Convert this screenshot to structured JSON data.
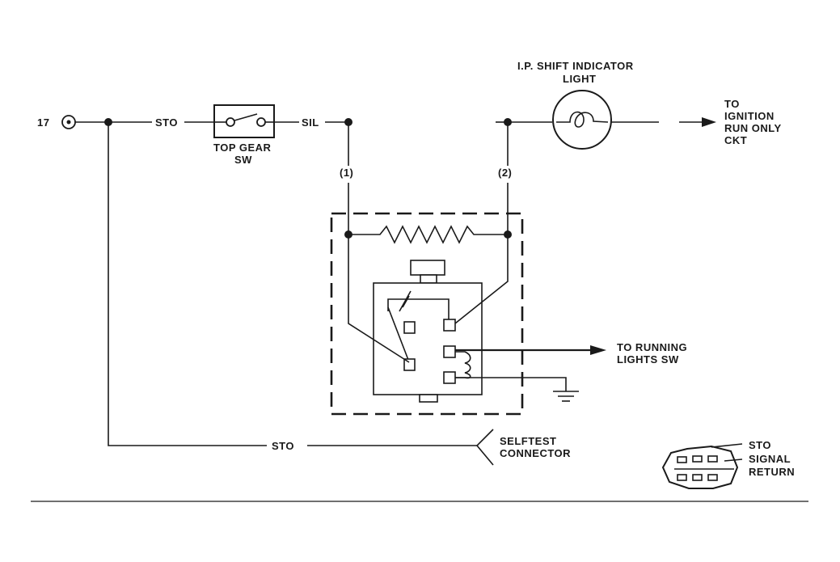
{
  "labels": {
    "pin": "17",
    "sto_left": "STO",
    "sil": "SIL",
    "top_gear_1": "TOP GEAR",
    "top_gear_2": "SW",
    "lamp_1": "I.P. SHIFT INDICATOR",
    "lamp_2": "LIGHT",
    "ign_1": "TO",
    "ign_2": "IGNITION",
    "ign_3": "RUN ONLY",
    "ign_4": "CKT",
    "term_1": "(1)",
    "term_2": "(2)",
    "running_1": "TO RUNNING",
    "running_2": "LIGHTS SW",
    "sto_bottom": "STO",
    "selftest_1": "SELFTEST",
    "selftest_2": "CONNECTOR",
    "conn_sto": "STO",
    "conn_signal": "SIGNAL",
    "conn_return": "RETURN"
  }
}
